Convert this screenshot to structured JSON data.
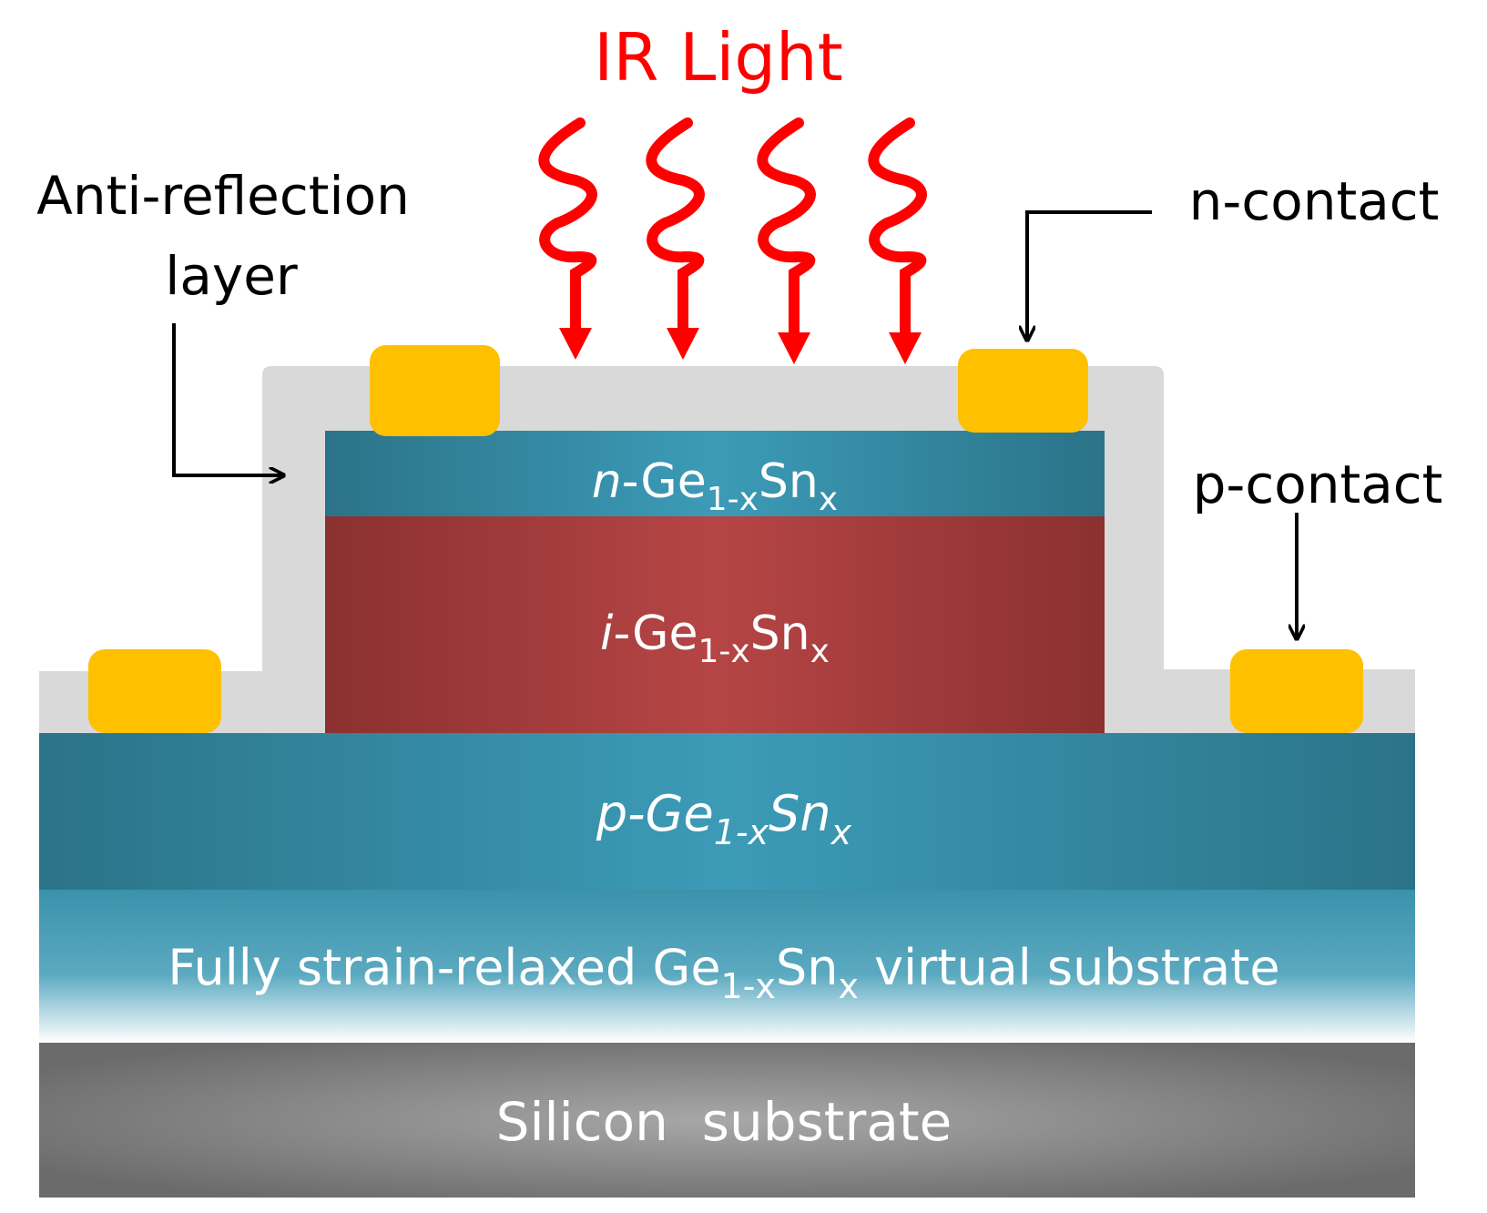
{
  "title": "IR Light",
  "labels": {
    "anti_reflection_line1": "Anti-reflection",
    "anti_reflection_line2": "layer",
    "n_contact": "n-contact",
    "p_contact": "p-contact"
  },
  "layers": {
    "n_layer": {
      "prefix": "n",
      "base": "-Ge",
      "sub": "1-x",
      "mid": "Sn",
      "sub2": "x"
    },
    "i_layer": {
      "prefix": "i",
      "base": "-Ge",
      "sub": "1-x",
      "mid": "Sn",
      "sub2": "x"
    },
    "p_layer": {
      "prefix": "p",
      "base": "-Ge",
      "sub": "1-x",
      "mid": "Sn",
      "sub2": "x"
    },
    "virtual_substrate": {
      "pre": "Fully strain-relaxed Ge",
      "sub": "1-x",
      "mid": "Sn",
      "sub2": "x",
      "post": " virtual substrate"
    },
    "silicon": "Silicon  substrate"
  },
  "colors": {
    "ir_light": "#ff0000",
    "contact": "#ffc000",
    "anti_reflection": "#d9d9d9",
    "teal": "#31849b",
    "intrinsic": "#a53d3d",
    "silicon": "#808080"
  },
  "icons": [
    "wavy-arrow-icon",
    "arrow-icon"
  ]
}
